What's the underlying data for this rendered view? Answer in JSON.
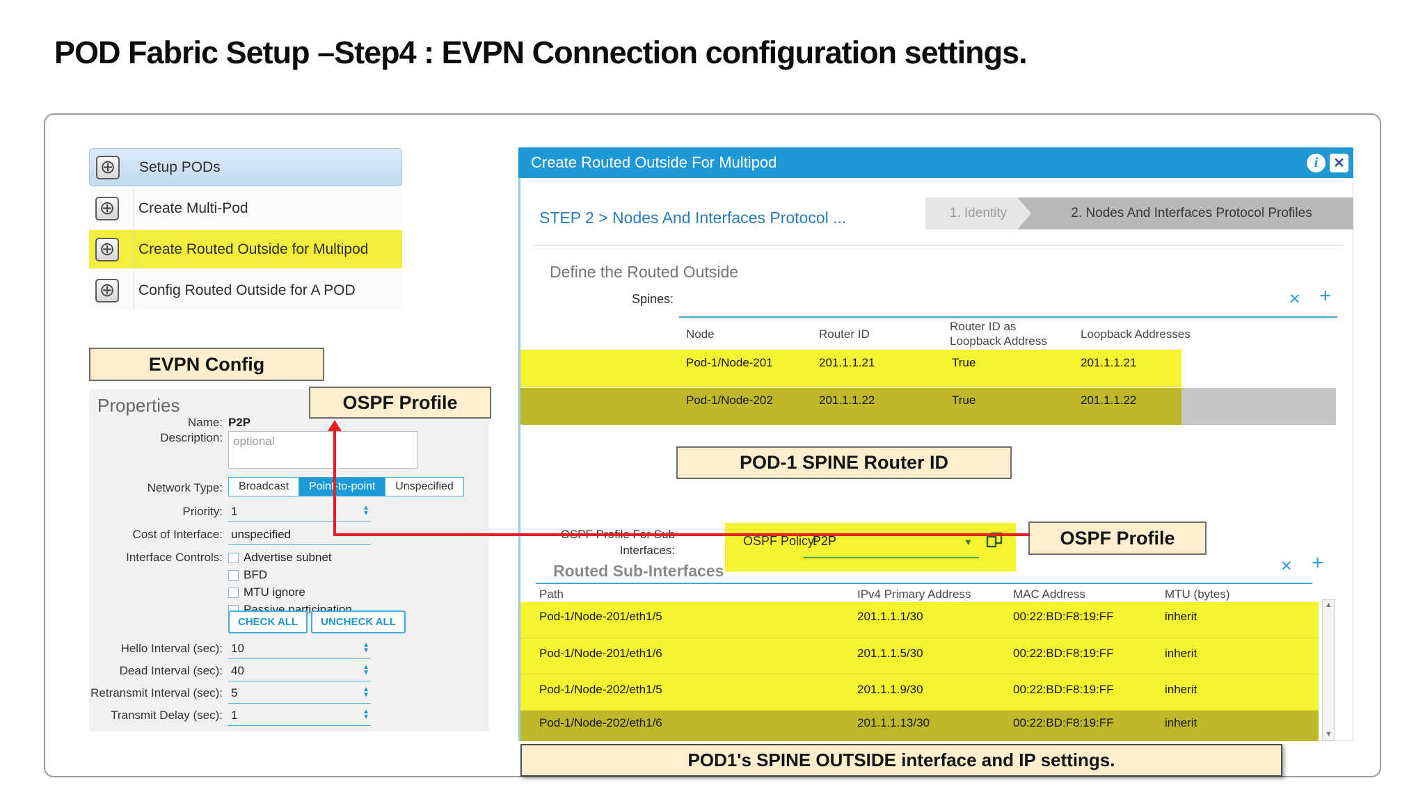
{
  "page": {
    "title": "POD Fabric Setup –Step4 : EVPN Connection configuration settings."
  },
  "icons": {
    "plus_box": "⊕",
    "info": "i",
    "close": "✕",
    "delete_x": "✕",
    "add_plus": "+",
    "dropdown_arrow": "▼",
    "stepper_up": "▲",
    "stepper_down": "▼",
    "scroll_up": "▲",
    "scroll_down": "▼"
  },
  "sidebar": {
    "items": [
      {
        "label": "Setup PODs"
      },
      {
        "label": "Create Multi-Pod"
      },
      {
        "label": "Create Routed Outside for Multipod"
      },
      {
        "label": "Config Routed Outside for A POD"
      }
    ]
  },
  "callouts": {
    "evpn_config": "EVPN Config",
    "ospf_profile_left": "OSPF Profile",
    "pod1_spine_router_id": "POD-1 SPINE Router ID",
    "ospf_profile_right": "OSPF Profile",
    "bottom_note": "POD1's SPINE OUTSIDE interface and IP settings."
  },
  "properties": {
    "heading": "Properties",
    "name_label": "Name:",
    "name_value": "P2P",
    "description_label": "Description:",
    "description_placeholder": "optional",
    "network_type_label": "Network Type:",
    "network_type_options": [
      "Broadcast",
      "Point-to-point",
      "Unspecified"
    ],
    "network_type_selected": "Point-to-point",
    "priority_label": "Priority:",
    "priority_value": "1",
    "cost_label": "Cost of Interface:",
    "cost_value": "unspecified",
    "interface_controls_label": "Interface Controls:",
    "interface_controls": [
      "Advertise subnet",
      "BFD",
      "MTU ignore",
      "Passive participation"
    ],
    "check_all_label": "CHECK ALL",
    "uncheck_all_label": "UNCHECK ALL",
    "intervals": [
      {
        "label": "Hello Interval (sec):",
        "value": "10"
      },
      {
        "label": "Dead Interval (sec):",
        "value": "40"
      },
      {
        "label": "Retransmit Interval (sec):",
        "value": "5"
      },
      {
        "label": "Transmit Delay (sec):",
        "value": "1"
      }
    ]
  },
  "dialog": {
    "title": "Create Routed Outside For Multipod",
    "step_breadcrumb": "STEP 2 > Nodes And Interfaces Protocol ...",
    "wizard_steps": [
      {
        "label": "1. Identity"
      },
      {
        "label": "2. Nodes And Interfaces Protocol Profiles"
      }
    ],
    "section_heading": "Define the Routed Outside",
    "spines_label": "Spines:",
    "spines_table": {
      "headers": {
        "node": "Node",
        "router_id": "Router ID",
        "rid_as_line1": "Router ID as",
        "rid_as_line2": "Loopback Address",
        "loopback": "Loopback Addresses"
      },
      "rows": [
        {
          "node": "Pod-1/Node-201",
          "router_id": "201.1.1.21",
          "rid_as_loopback": "True",
          "loopback_addresses": "201.1.1.21"
        },
        {
          "node": "Pod-1/Node-202",
          "router_id": "201.1.1.22",
          "rid_as_loopback": "True",
          "loopback_addresses": "201.1.1.22"
        }
      ]
    },
    "ospf_profile_label_line1": "OSPF Profile For Sub",
    "ospf_profile_label_line2": "Interfaces:",
    "ospf_policy_label": "OSPF Policy:",
    "ospf_policy_value": "P2P",
    "subif_heading": "Routed Sub-Interfaces",
    "subif_table": {
      "headers": {
        "path": "Path",
        "ip": "IPv4 Primary Address",
        "mac": "MAC Address",
        "mtu": "MTU (bytes)"
      },
      "rows": [
        {
          "path": "Pod-1/Node-201/eth1/5",
          "ip": "201.1.1.1/30",
          "mac": "00:22:BD:F8:19:FF",
          "mtu": "inherit"
        },
        {
          "path": "Pod-1/Node-201/eth1/6",
          "ip": "201.1.1.5/30",
          "mac": "00:22:BD:F8:19:FF",
          "mtu": "inherit"
        },
        {
          "path": "Pod-1/Node-202/eth1/5",
          "ip": "201.1.1.9/30",
          "mac": "00:22:BD:F8:19:FF",
          "mtu": "inherit"
        },
        {
          "path": "Pod-1/Node-202/eth1/6",
          "ip": "201.1.1.13/30",
          "mac": "00:22:BD:F8:19:FF",
          "mtu": "inherit"
        }
      ]
    }
  },
  "colors": {
    "titlebar_blue": "#2098d5",
    "accent_blue": "#1b9cd8",
    "link_blue": "#2a7cbb",
    "highlight_yellow": "#f5f331",
    "highlight_olive": "#bdb92a",
    "selected_gray": "#c6c6c6",
    "note_cream": "#fdefcd",
    "annotation_red": "#e62020"
  }
}
